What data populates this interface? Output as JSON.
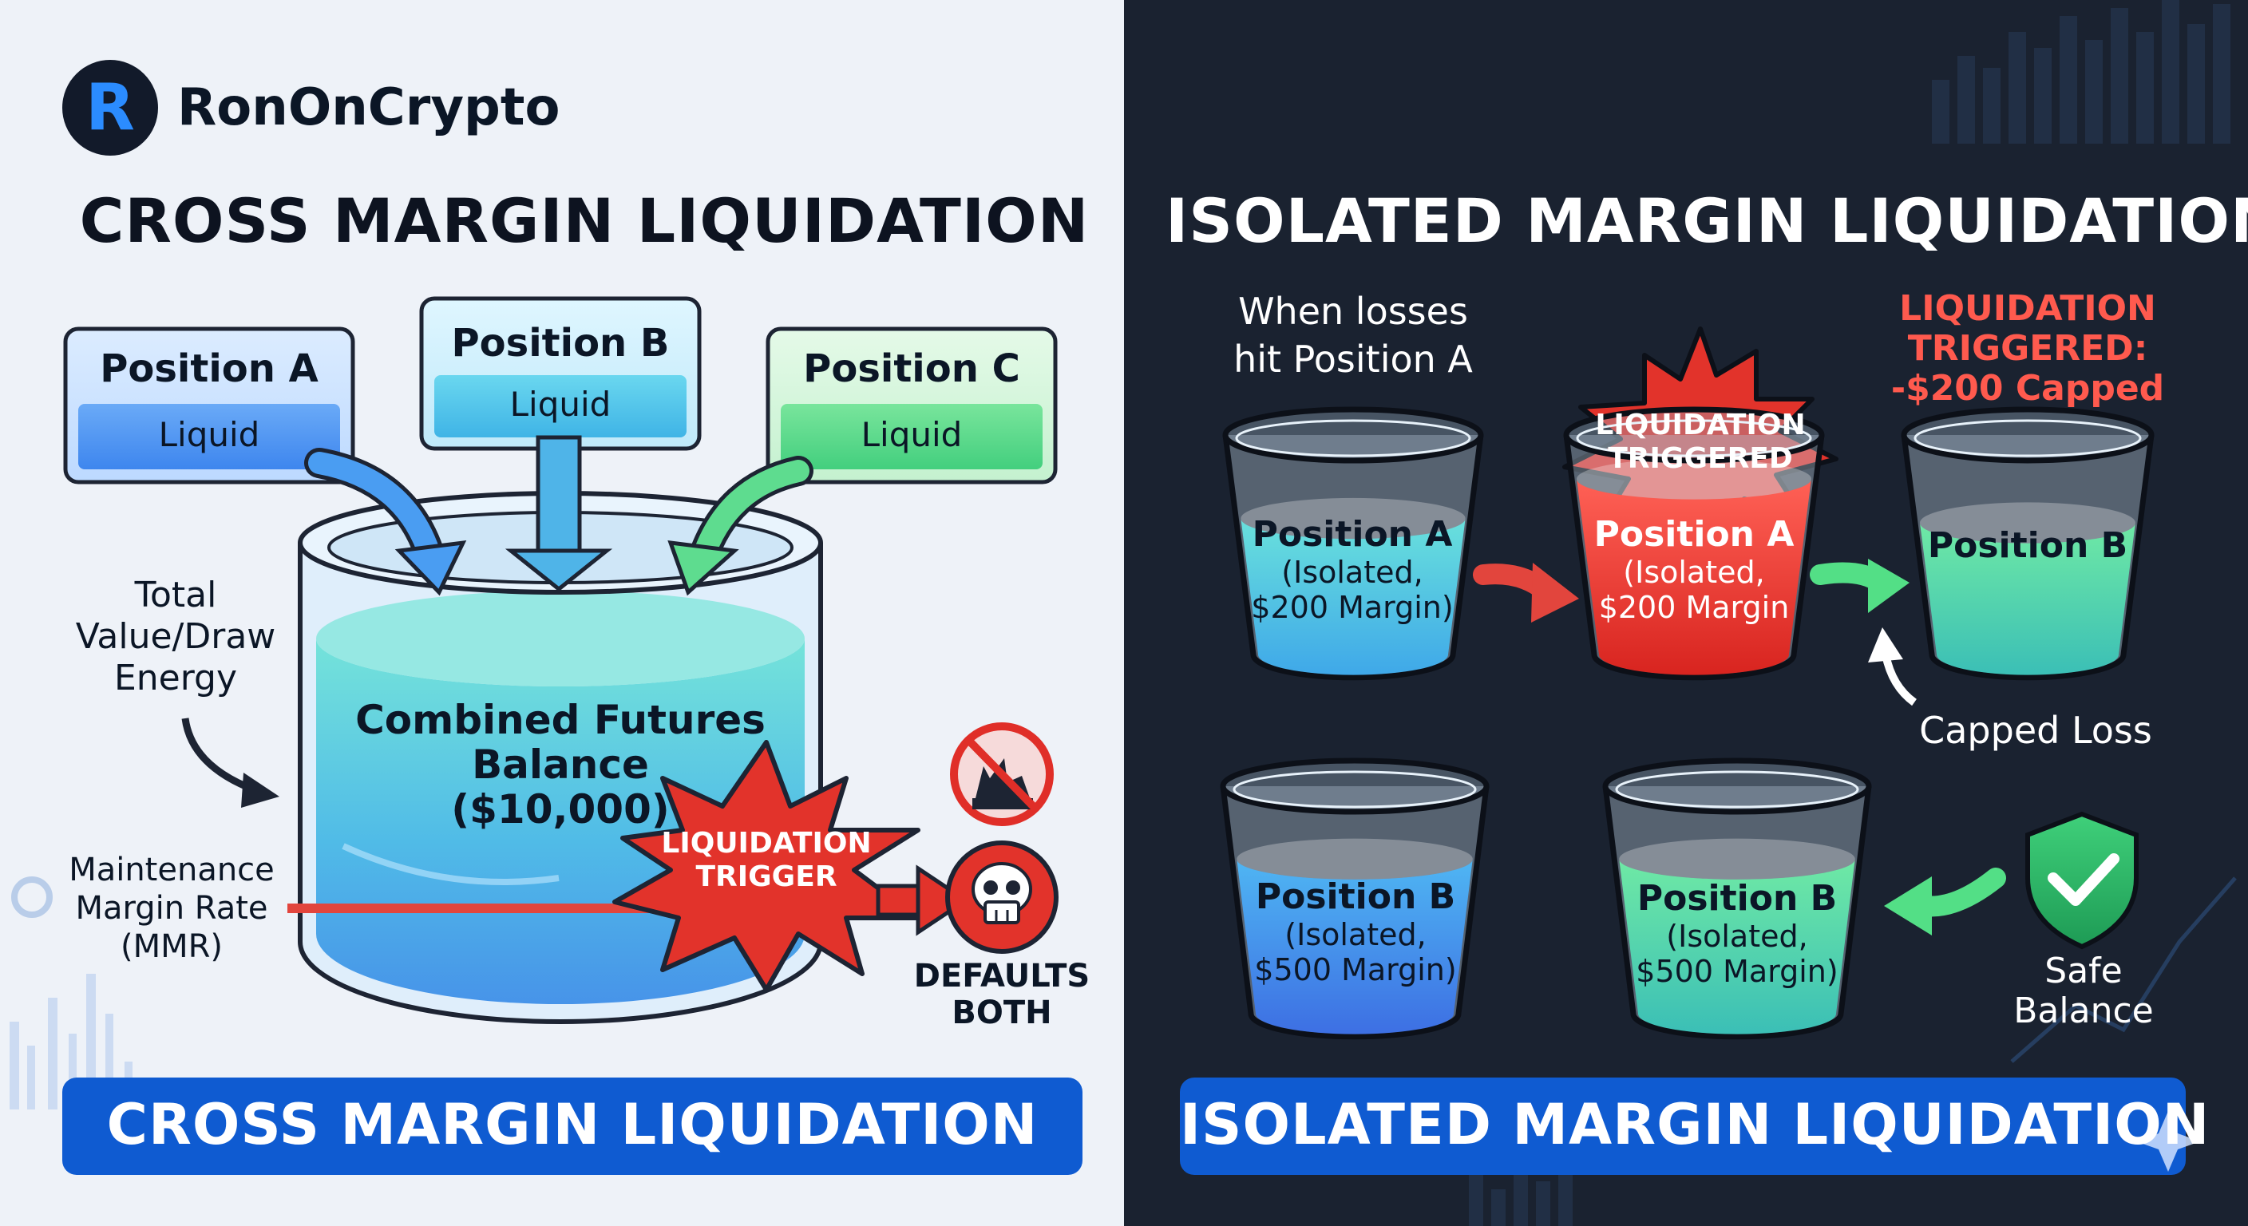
{
  "brand": {
    "name": "RonOnCrypto",
    "logo_letter": "R"
  },
  "cross": {
    "title": "CROSS MARGIN LIQUIDATION",
    "positions": [
      {
        "name": "Position A",
        "status": "Liquid"
      },
      {
        "name": "Position B",
        "status": "Liquid"
      },
      {
        "name": "Position C",
        "status": "Liquid"
      }
    ],
    "left_label": [
      "Total",
      "Value/Draw",
      "Energy"
    ],
    "mmr_label": [
      "Maintenance",
      "Margin Rate",
      "(MMR)"
    ],
    "balance": [
      "Combined Futures",
      "Balance",
      "($10,000)"
    ],
    "trigger": [
      "LIQUIDATION",
      "TRIGGER"
    ],
    "defaults": [
      "DEFAULTS",
      "BOTH"
    ],
    "banner": "CROSS MARGIN LIQUIDATION"
  },
  "isolated": {
    "title": "ISOLATED MARGIN LIQUIDATION",
    "losses_note": [
      "When losses",
      "hit Position A"
    ],
    "triggered_note": [
      "LIQUIDATION",
      "TRIGGERED:",
      "-$200 Capped"
    ],
    "burst": [
      "LIQUIDATION",
      "TRIGGERED"
    ],
    "cup_a1": {
      "name": "Position A",
      "lines": [
        "(Isolated,",
        "$200 Margin)"
      ]
    },
    "cup_a2": {
      "name": "Position A",
      "lines": [
        "(Isolated,",
        "$200 Margin"
      ]
    },
    "cup_b_top": {
      "name": "Position B"
    },
    "capped_loss": "Capped Loss",
    "cup_b1": {
      "name": "Position B",
      "lines": [
        "(Isolated,",
        "$500 Margin)"
      ]
    },
    "cup_b2": {
      "name": "Position B",
      "lines": [
        "(Isolated,",
        "$500 Margin)"
      ]
    },
    "safe_balance": [
      "Safe",
      "Balance"
    ],
    "banner": "ISOLATED MARGIN LIQUIDATION"
  },
  "colors": {
    "left_bg": "#eef2f8",
    "right_bg": "#1a2230",
    "banner_blue": "#0f5bd1",
    "liquid_cyan": "#5fd6d8",
    "liquid_blue": "#4aa0ee",
    "liquid_green": "#5fd9a0",
    "danger_red": "#e03a33",
    "note_red": "#ff5a4e"
  }
}
